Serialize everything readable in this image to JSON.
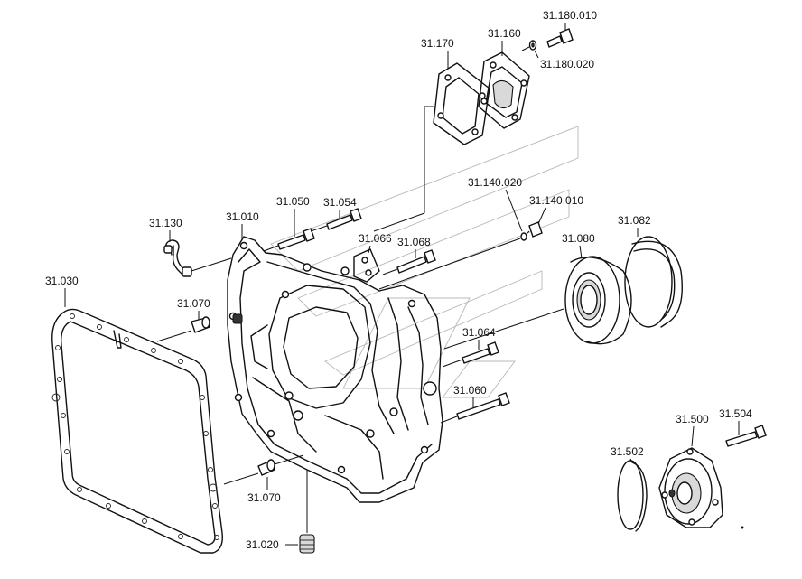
{
  "labels": {
    "p31_180_010": "31.180.010",
    "p31_160": "31.160",
    "p31_170": "31.170",
    "p31_180_020": "31.180.020",
    "p31_140_020": "31.140.020",
    "p31_140_010": "31.140.010",
    "p31_050": "31.050",
    "p31_054": "31.054",
    "p31_010": "31.010",
    "p31_130": "31.130",
    "p31_066": "31.066",
    "p31_068": "31.068",
    "p31_082": "31.082",
    "p31_080": "31.080",
    "p31_030": "31.030",
    "p31_070_top": "31.070",
    "p31_064": "31.064",
    "p31_060": "31.060",
    "p31_500": "31.500",
    "p31_504": "31.504",
    "p31_502": "31.502",
    "p31_070_bottom": "31.070",
    "p31_020": "31.020"
  }
}
